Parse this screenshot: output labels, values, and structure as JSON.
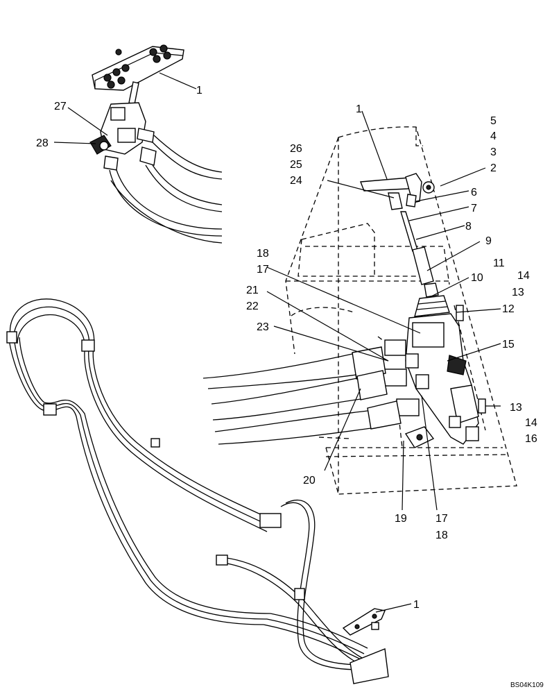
{
  "diagram": {
    "callouts": {
      "c1_top": "1",
      "c27": "27",
      "c28": "28",
      "c1_mid": "1",
      "c5": "5",
      "c4": "4",
      "c3": "3",
      "c2": "2",
      "c26": "26",
      "c25": "25",
      "c24": "24",
      "c6": "6",
      "c7": "7",
      "c8": "8",
      "c9": "9",
      "c18_top": "18",
      "c17_top": "17",
      "c11": "11",
      "c14_top": "14",
      "c10": "10",
      "c13_top": "13",
      "c21": "21",
      "c22": "22",
      "c12": "12",
      "c23": "23",
      "c15": "15",
      "c13_bot": "13",
      "c14_bot": "14",
      "c16": "16",
      "c20": "20",
      "c19": "19",
      "c17_bot": "17",
      "c18_bot": "18",
      "c1_bot": "1"
    },
    "figure_code": "BS04K109"
  }
}
